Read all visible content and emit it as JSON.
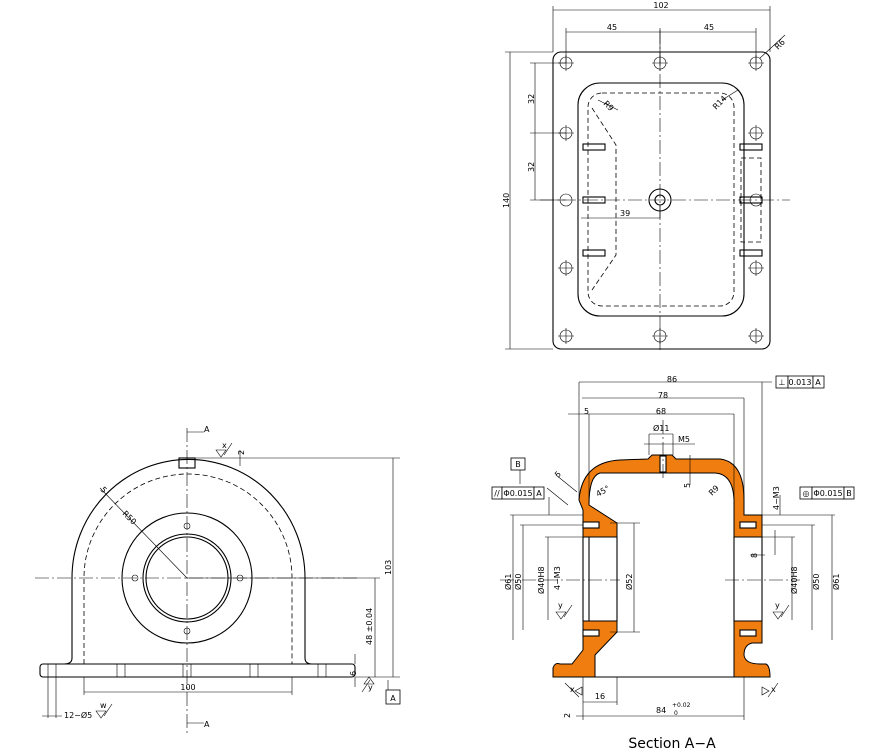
{
  "top_view": {
    "width": "102",
    "half_spacing_left": "45",
    "half_spacing_right": "45",
    "corner_radius": "R6",
    "height": "140",
    "pitch_upper": "32",
    "pitch_lower": "32",
    "inner_radius": "R9",
    "outer_radius": "R14",
    "offset": "39"
  },
  "front_view": {
    "section_mark_top": "A",
    "section_mark_bottom": "A",
    "top_step": "2",
    "wall": "5",
    "radius": "R50",
    "height": "103",
    "center_height": "48 ±0.04",
    "flange_thickness": "6",
    "width": "100",
    "holes": "12−Ø5",
    "roughness_w": "w",
    "roughness_x": "x",
    "roughness_y": "y",
    "datum": "A"
  },
  "section_view": {
    "title": "Section A−A",
    "overall": "86",
    "inner_flange": "78",
    "bore_span": "68",
    "wall": "5",
    "boss_dia": "Ø11",
    "thread": "M5",
    "top_thickness": "5",
    "fillet": "R9",
    "chamfer": "5",
    "angle": "45°",
    "datum_b": "B",
    "perp_tol": {
      "symbol": "⊥",
      "value": "0.013",
      "datum": "A"
    },
    "par_tol": {
      "symbol": "//",
      "value": "Φ0.015",
      "datum": "A"
    },
    "conc_tol": {
      "symbol": "◎",
      "value": "Φ0.015",
      "datum": "B"
    },
    "left_thread": "4−M3",
    "right_thread": "4−M3",
    "d61_left": "Ø61",
    "d50_left": "Ø50",
    "d40_left": "Ø40H8",
    "d52": "Ø52",
    "d40_right": "Ø40H8",
    "d50_right": "Ø50",
    "d61_right": "Ø61",
    "depth8": "8",
    "base_thk": "16",
    "offset2": "2",
    "base_width": "84",
    "tol_upper": "+0.02",
    "tol_lower": "0",
    "rough_x": "x",
    "rough_y": "y"
  }
}
